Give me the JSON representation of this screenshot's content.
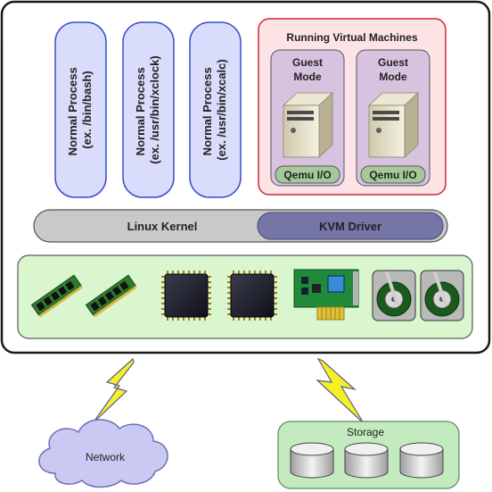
{
  "processes": [
    {
      "line1": "Normal Process",
      "line2": "(ex. /bin/bash)"
    },
    {
      "line1": "Normal Process",
      "line2": "(ex. /usr/bin/xclock)"
    },
    {
      "line1": "Normal Process",
      "line2": "(ex. /usr/bin/xcalc)"
    }
  ],
  "vm": {
    "title": "Running Virtual Machines",
    "guests": [
      {
        "mode_line1": "Guest",
        "mode_line2": "Mode",
        "io_label": "Qemu I/O"
      },
      {
        "mode_line1": "Guest",
        "mode_line2": "Mode",
        "io_label": "Qemu I/O"
      }
    ]
  },
  "kernel": {
    "label": "Linux Kernel",
    "driver_label": "KVM Driver"
  },
  "hardware": {
    "items": [
      "ram-module",
      "ram-module",
      "cpu-chip",
      "cpu-chip",
      "network-card",
      "hard-disk",
      "hard-disk"
    ]
  },
  "network": {
    "label": "Network"
  },
  "storage": {
    "label": "Storage",
    "disk_count": 3
  },
  "colors": {
    "process_fill": "#d9dcfb",
    "process_stroke": "#3a4cc8",
    "vm_fill": "#fbe3e6",
    "vm_stroke": "#d02638",
    "guest_fill": "#d7c2e0",
    "io_fill": "#a6c99b",
    "kernel_fill": "#c9c9c9",
    "driver_fill": "#7575a8",
    "hardware_fill": "#d9f6cf",
    "network_fill": "#c9c9f3",
    "storage_fill": "#c4ebc0",
    "lightning": "#f5f020"
  }
}
